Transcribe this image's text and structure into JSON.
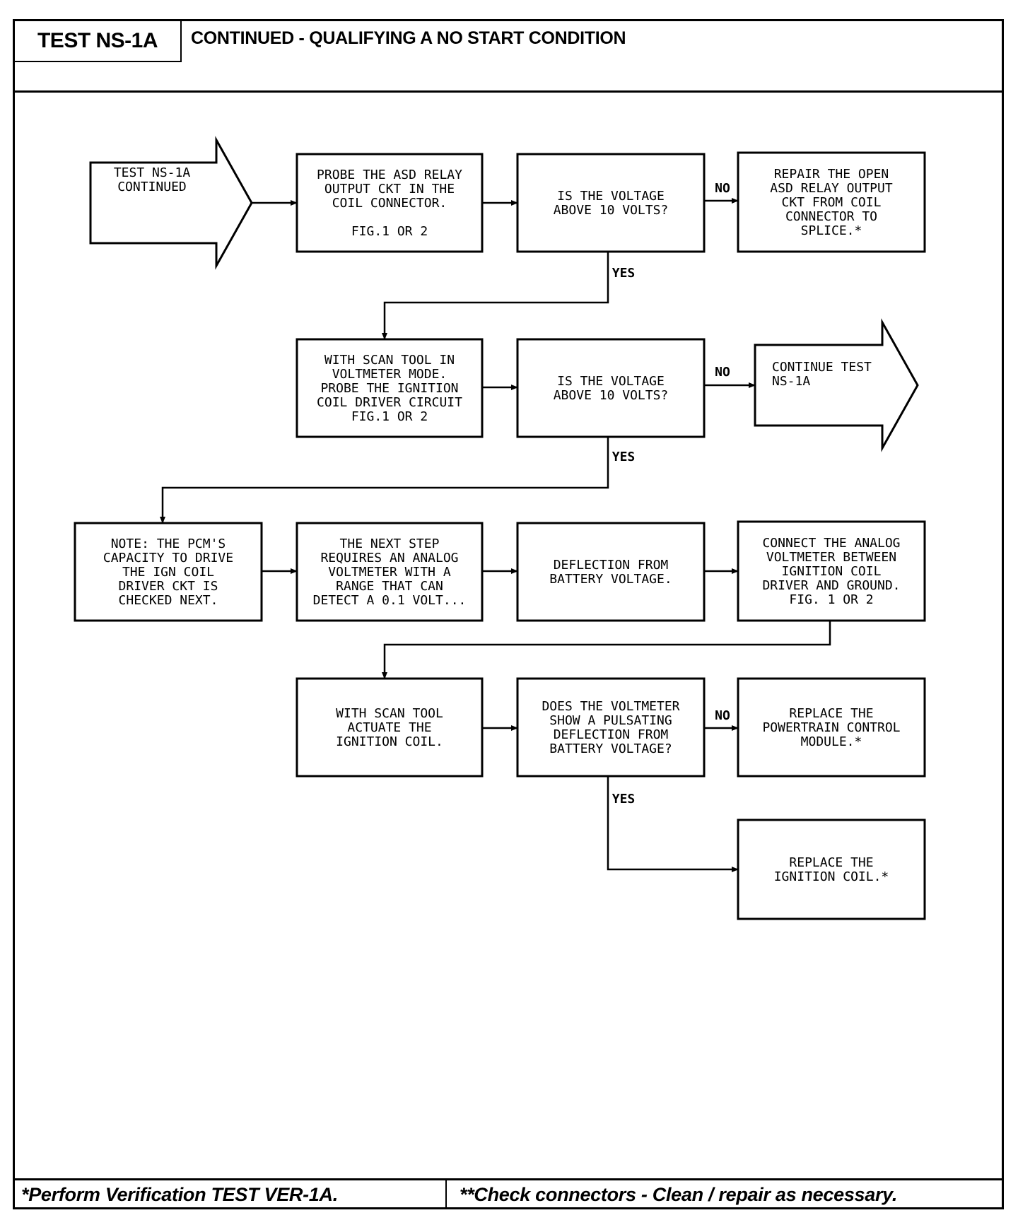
{
  "header": {
    "test_id": "TEST NS-1A",
    "title": "CONTINUED - QUALIFYING A NO START CONDITION"
  },
  "footer": {
    "left": "*Perform Verification TEST VER-1A.",
    "right": "**Check connectors - Clean / repair as necessary."
  },
  "nodes": [
    {
      "id": "start",
      "shape": "arrow",
      "lines": [
        "TEST NS-1A",
        "CONTINUED"
      ]
    },
    {
      "id": "probe-asd",
      "shape": "box",
      "lines": [
        "PROBE THE ASD RELAY",
        "OUTPUT CKT IN THE",
        "COIL CONNECTOR.",
        "",
        "FIG.1 OR 2"
      ]
    },
    {
      "id": "q1",
      "shape": "box",
      "lines": [
        "IS THE VOLTAGE",
        "ABOVE 10 VOLTS?"
      ]
    },
    {
      "id": "repair-open",
      "shape": "box",
      "lines": [
        "REPAIR THE OPEN",
        "ASD RELAY OUTPUT",
        "CKT FROM COIL",
        "CONNECTOR TO",
        "SPLICE.*"
      ]
    },
    {
      "id": "scan-voltmeter",
      "shape": "box",
      "lines": [
        "WITH SCAN TOOL IN",
        "VOLTMETER MODE.",
        "PROBE THE IGNITION",
        "COIL DRIVER CIRCUIT",
        "FIG.1 OR 2"
      ]
    },
    {
      "id": "q2",
      "shape": "box",
      "lines": [
        "IS THE VOLTAGE",
        "ABOVE 10 VOLTS?"
      ]
    },
    {
      "id": "continue",
      "shape": "arrow",
      "lines": [
        "CONTINUE TEST",
        "NS-1A"
      ]
    },
    {
      "id": "note",
      "shape": "box",
      "lines": [
        "NOTE: THE PCM'S",
        "CAPACITY TO DRIVE",
        "THE IGN COIL",
        "DRIVER CKT IS",
        "CHECKED NEXT."
      ]
    },
    {
      "id": "next-step",
      "shape": "box",
      "lines": [
        "THE NEXT STEP",
        "REQUIRES AN ANALOG",
        "VOLTMETER WITH A",
        "RANGE THAT CAN",
        "DETECT A 0.1 VOLT..."
      ]
    },
    {
      "id": "deflection",
      "shape": "box",
      "lines": [
        "DEFLECTION FROM",
        "BATTERY VOLTAGE."
      ]
    },
    {
      "id": "connect-analog",
      "shape": "box",
      "lines": [
        "CONNECT THE ANALOG",
        "VOLTMETER BETWEEN",
        "IGNITION COIL",
        "DRIVER AND GROUND.",
        "FIG. 1 OR 2"
      ]
    },
    {
      "id": "actuate",
      "shape": "box",
      "lines": [
        "WITH SCAN TOOL",
        "ACTUATE THE",
        "IGNITION COIL."
      ]
    },
    {
      "id": "q3",
      "shape": "box",
      "lines": [
        "DOES THE VOLTMETER",
        "SHOW A PULSATING",
        "DEFLECTION FROM",
        "BATTERY VOLTAGE?"
      ]
    },
    {
      "id": "replace-pcm",
      "shape": "box",
      "lines": [
        "REPLACE THE",
        "POWERTRAIN CONTROL",
        "MODULE.*"
      ]
    },
    {
      "id": "replace-coil",
      "shape": "box",
      "lines": [
        "REPLACE THE",
        "IGNITION COIL.*"
      ]
    }
  ],
  "edges": [
    {
      "from": "start",
      "to": "probe-asd",
      "label": ""
    },
    {
      "from": "probe-asd",
      "to": "q1",
      "label": ""
    },
    {
      "from": "q1",
      "to": "repair-open",
      "label": "NO"
    },
    {
      "from": "q1",
      "to": "scan-voltmeter",
      "label": "YES"
    },
    {
      "from": "scan-voltmeter",
      "to": "q2",
      "label": ""
    },
    {
      "from": "q2",
      "to": "continue",
      "label": "NO"
    },
    {
      "from": "q2",
      "to": "note",
      "label": "YES"
    },
    {
      "from": "note",
      "to": "next-step",
      "label": ""
    },
    {
      "from": "next-step",
      "to": "deflection",
      "label": ""
    },
    {
      "from": "deflection",
      "to": "connect-analog",
      "label": ""
    },
    {
      "from": "connect-analog",
      "to": "actuate",
      "label": ""
    },
    {
      "from": "actuate",
      "to": "q3",
      "label": ""
    },
    {
      "from": "q3",
      "to": "replace-pcm",
      "label": "NO"
    },
    {
      "from": "q3",
      "to": "replace-coil",
      "label": "YES"
    }
  ]
}
